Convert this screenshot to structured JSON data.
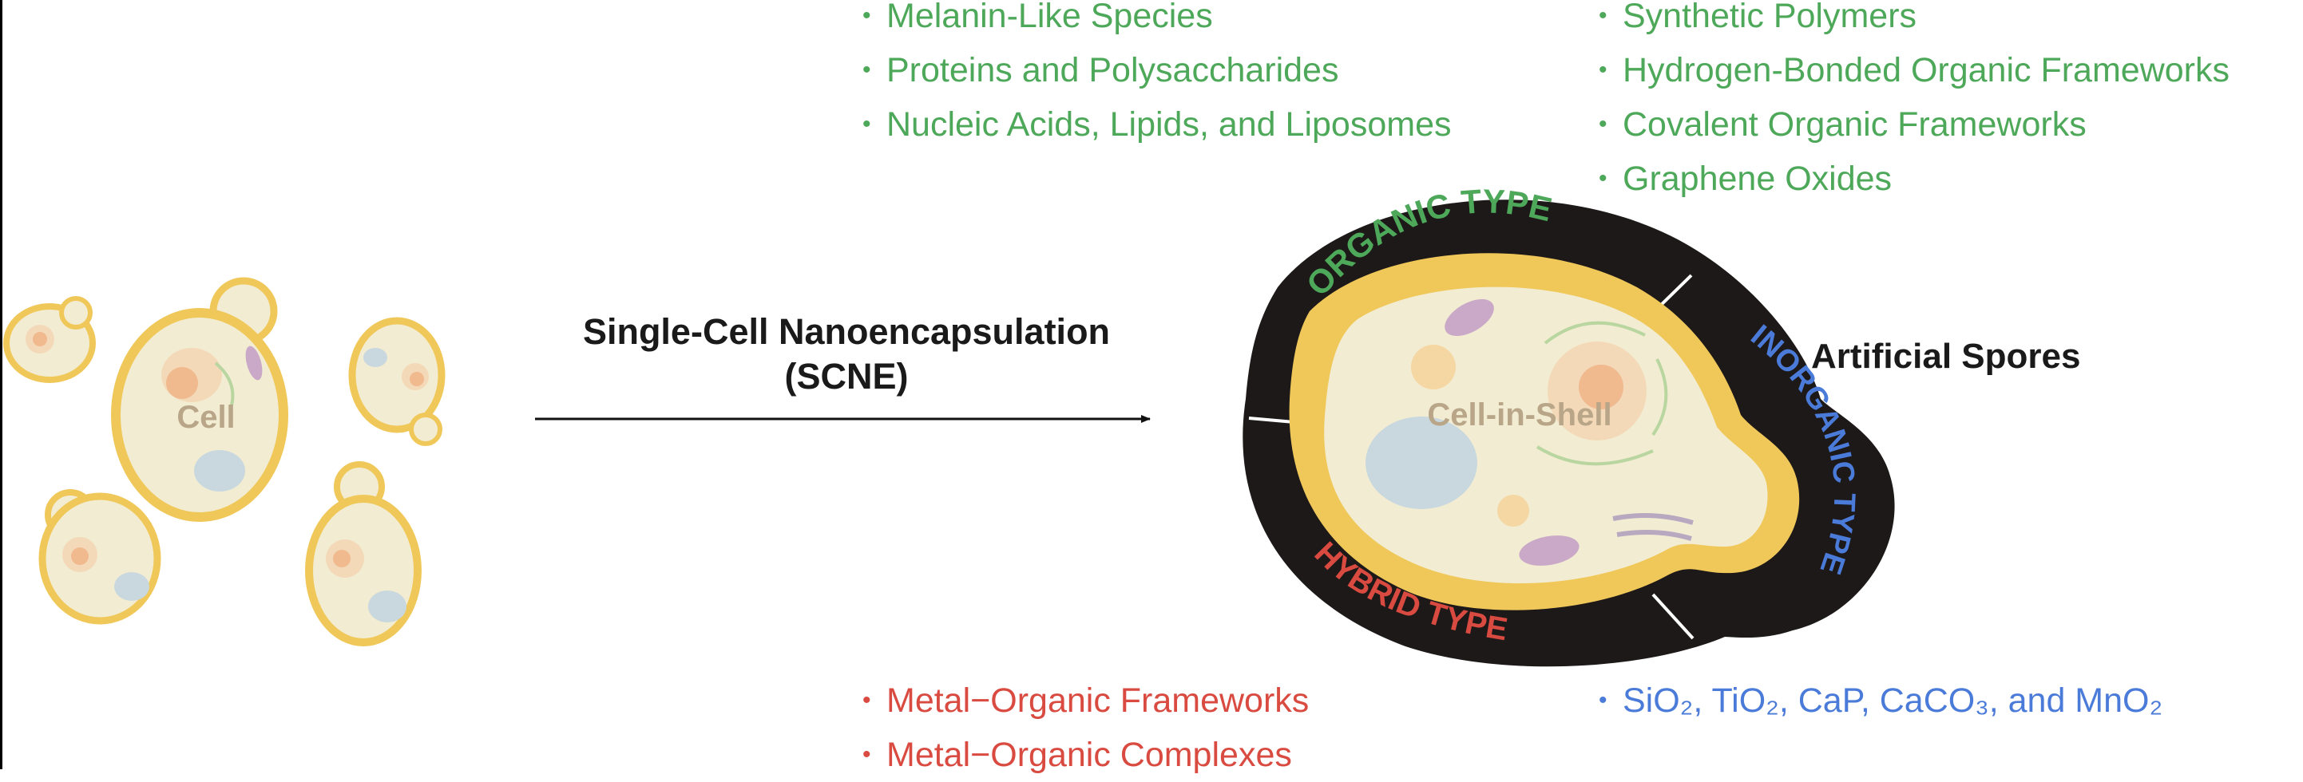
{
  "organic_list_1": [
    "Melanin-Like Species",
    "Proteins and Polysaccharides",
    "Nucleic Acids, Lipids, and Liposomes"
  ],
  "organic_list_2": [
    "Synthetic Polymers",
    "Hydrogen-Bonded Organic Frameworks",
    "Covalent Organic Frameworks",
    "Graphene Oxides"
  ],
  "hybrid_list": [
    "Metal−Organic Frameworks",
    "Metal−Organic Complexes"
  ],
  "inorganic_list": [
    "SiO₂, TiO₂, CaP, CaCO₃, and MnO₂"
  ],
  "process": {
    "line1": "Single-Cell Nanoencapsulation",
    "line2": "(SCNE)"
  },
  "labels": {
    "cell": "Cell",
    "cell_in_shell": "Cell-in-Shell",
    "artificial_spores": "Artificial Spores",
    "organic_type": "ORGANIC TYPE",
    "inorganic_type": "INORGANIC TYPE",
    "hybrid_type": "HYBRID TYPE"
  },
  "colors": {
    "organic": "#4ea85a",
    "hybrid": "#d94a40",
    "inorganic": "#4b7bd9",
    "shell": "#1d1919",
    "cell_fill": "#f2ecd2",
    "cell_wall": "#f0c85a"
  }
}
